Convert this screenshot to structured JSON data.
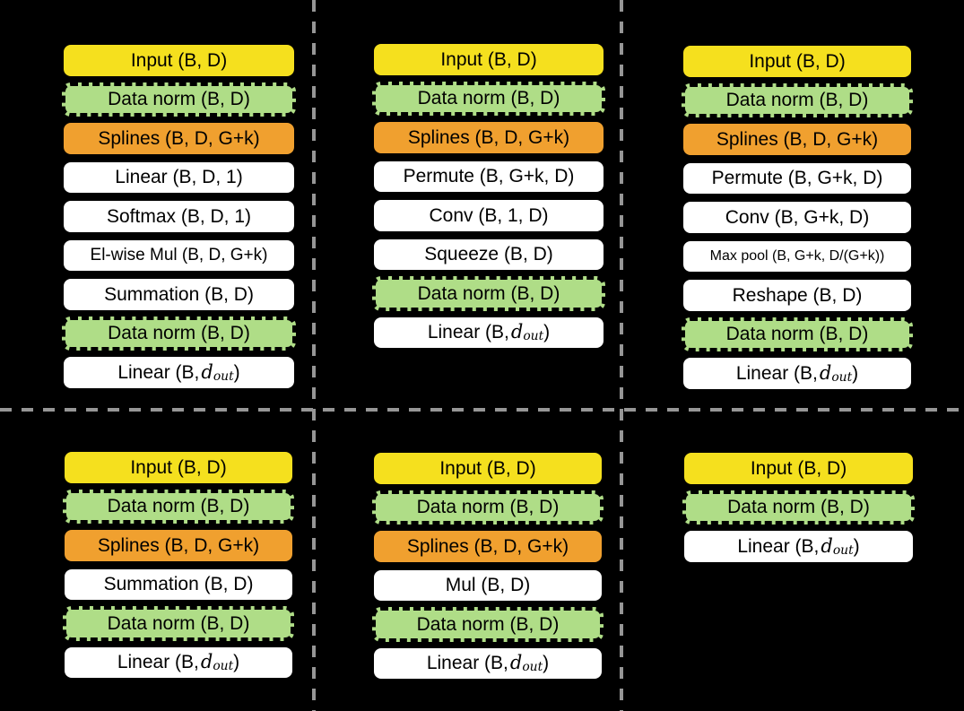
{
  "figure": {
    "colors": {
      "background": "#000000",
      "input": "#F5E01E",
      "norm": "#AFDD87",
      "splines": "#F0A02F",
      "op": "#FFFFFF",
      "divider": "#969696",
      "text": "#000000"
    },
    "dividers": [
      {
        "id": "vdiv-left",
        "orientation": "vertical"
      },
      {
        "id": "vdiv-right",
        "orientation": "vertical"
      },
      {
        "id": "hdiv",
        "orientation": "horizontal"
      }
    ],
    "panels": [
      {
        "id": "top-left",
        "boxes": [
          {
            "type": "input",
            "label": "Input (B, D)"
          },
          {
            "type": "norm",
            "label": "Data norm (B, D)"
          },
          {
            "type": "splines",
            "label": "Splines (B, D, G+k)"
          },
          {
            "type": "op",
            "label": "Linear (B, D, 1)"
          },
          {
            "type": "op",
            "label": "Softmax (B, D, 1)"
          },
          {
            "type": "op",
            "label": "El-wise Mul (B, D, G+k)",
            "size": "small"
          },
          {
            "type": "op",
            "label": "Summation (B, D)"
          },
          {
            "type": "norm",
            "label": "Data norm (B, D)"
          },
          {
            "type": "op",
            "label": "Linear (B, ",
            "math": {
              "var": "d",
              "sub": "out"
            },
            "suffix": ")"
          }
        ]
      },
      {
        "id": "top-middle",
        "boxes": [
          {
            "type": "input",
            "label": "Input (B, D)"
          },
          {
            "type": "norm",
            "label": "Data norm (B, D)"
          },
          {
            "type": "splines",
            "label": "Splines (B, D, G+k)"
          },
          {
            "type": "op",
            "label": "Permute (B, G+k, D)"
          },
          {
            "type": "op",
            "label": "Conv (B, 1, D)"
          },
          {
            "type": "op",
            "label": "Squeeze (B, D)"
          },
          {
            "type": "norm",
            "label": "Data norm (B, D)"
          },
          {
            "type": "op",
            "label": "Linear (B, ",
            "math": {
              "var": "d",
              "sub": "out"
            },
            "suffix": ")"
          }
        ]
      },
      {
        "id": "top-right",
        "boxes": [
          {
            "type": "input",
            "label": "Input (B, D)"
          },
          {
            "type": "norm",
            "label": "Data norm (B, D)"
          },
          {
            "type": "splines",
            "label": "Splines (B, D, G+k)"
          },
          {
            "type": "op",
            "label": "Permute (B, G+k, D)"
          },
          {
            "type": "op",
            "label": "Conv (B, G+k, D)"
          },
          {
            "type": "op",
            "label": "Max pool (B, G+k, D/(G+k))",
            "size": "xsmall"
          },
          {
            "type": "op",
            "label": "Reshape (B, D)"
          },
          {
            "type": "norm",
            "label": "Data norm (B, D)"
          },
          {
            "type": "op",
            "label": "Linear (B, ",
            "math": {
              "var": "d",
              "sub": "out"
            },
            "suffix": ")"
          }
        ]
      },
      {
        "id": "bottom-left",
        "boxes": [
          {
            "type": "input",
            "label": "Input (B, D)"
          },
          {
            "type": "norm",
            "label": "Data norm (B, D)"
          },
          {
            "type": "splines",
            "label": "Splines (B, D, G+k)"
          },
          {
            "type": "op",
            "label": "Summation (B, D)"
          },
          {
            "type": "norm",
            "label": "Data norm (B, D)"
          },
          {
            "type": "op",
            "label": "Linear (B, ",
            "math": {
              "var": "d",
              "sub": "out"
            },
            "suffix": ")"
          }
        ]
      },
      {
        "id": "bottom-middle",
        "boxes": [
          {
            "type": "input",
            "label": "Input (B, D)"
          },
          {
            "type": "norm",
            "label": "Data norm (B, D)"
          },
          {
            "type": "splines",
            "label": "Splines (B, D, G+k)"
          },
          {
            "type": "op",
            "label": "Mul (B, D)"
          },
          {
            "type": "norm",
            "label": "Data norm (B, D)"
          },
          {
            "type": "op",
            "label": "Linear (B, ",
            "math": {
              "var": "d",
              "sub": "out"
            },
            "suffix": ")"
          }
        ]
      },
      {
        "id": "bottom-right",
        "boxes": [
          {
            "type": "input",
            "label": "Input (B, D)"
          },
          {
            "type": "norm",
            "label": "Data norm (B, D)"
          },
          {
            "type": "op",
            "label": "Linear (B, ",
            "math": {
              "var": "d",
              "sub": "out"
            },
            "suffix": ")"
          }
        ]
      }
    ]
  }
}
